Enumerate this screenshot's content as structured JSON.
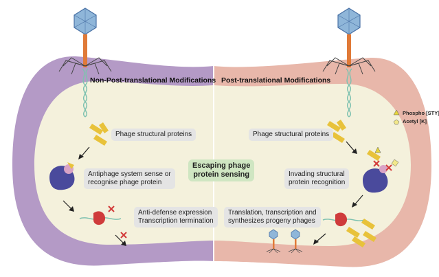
{
  "headers": {
    "left": "Non-Post-translational Modifications",
    "right": "Post-translational Modifications"
  },
  "center_label": "Escaping phage\nprotein sensing",
  "left_steps": [
    "Phage structural proteins",
    "Antiphage system sense or\nrecognise phage protein",
    "Anti-defense expression\nTranscription termination"
  ],
  "right_steps": [
    "Phage structural proteins",
    "Invading structural\nprotein recognition",
    "Translation, transcription and\nsynthesizes progeny phages"
  ],
  "legend": [
    {
      "label": "Phospho [STY]",
      "color": "#e6d63a"
    },
    {
      "label": "Acetyl [K]",
      "color": "#f2e88a"
    }
  ],
  "colors": {
    "left_wall": "#b49ac6",
    "right_wall": "#e8b7aa",
    "cytoplasm": "#f4f1dc",
    "protein_yellow": "#e8c23a",
    "sensor_blue": "#4a4a9c",
    "sensor_pink": "#d9a3c6",
    "rna_red": "#cf3b3b",
    "rna_teal": "#7fc2b0",
    "cross_red": "#d23a3a",
    "phage_blue": "#8fb6d9",
    "tail_orange": "#e07a38"
  }
}
